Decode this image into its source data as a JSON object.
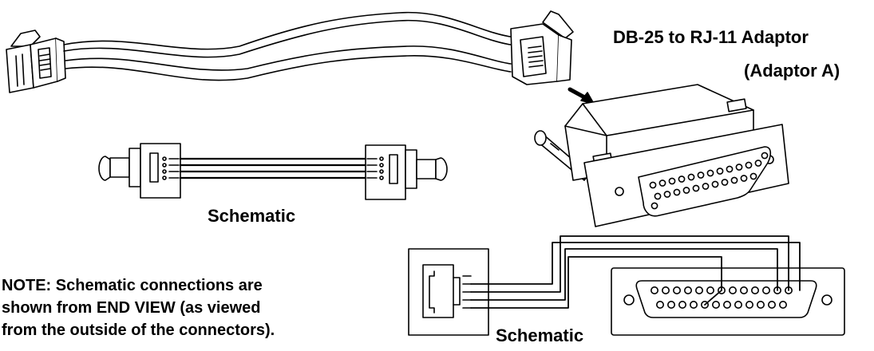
{
  "labels": {
    "adaptor_title": "DB-25 to RJ-11 Adaptor",
    "adaptor_subtitle": "(Adaptor A)",
    "schematic_top": "Schematic",
    "schematic_bottom": "Schematic"
  },
  "note": {
    "line1": "NOTE: Schematic connections are",
    "line2": "shown from END VIEW (as viewed",
    "line3": "from the outside of the connectors)."
  }
}
